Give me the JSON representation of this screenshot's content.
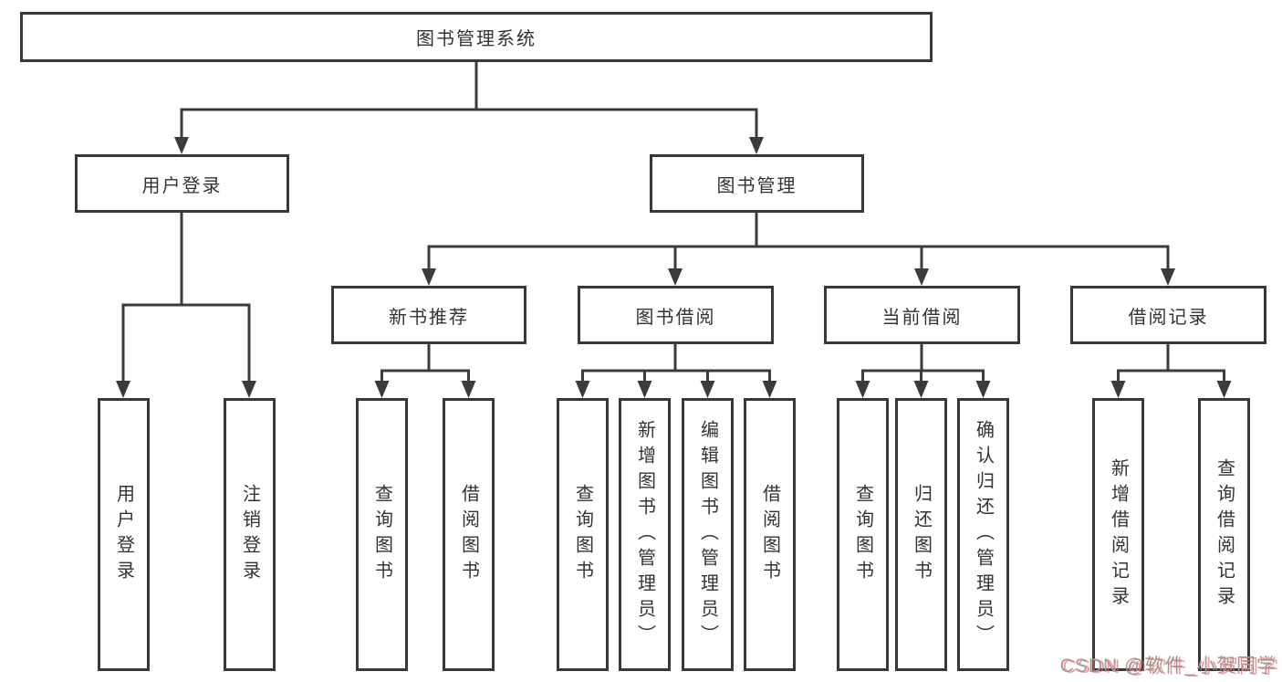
{
  "diagram": {
    "root": {
      "label": "图书管理系统"
    },
    "level2": [
      {
        "label": "用户登录"
      },
      {
        "label": "图书管理"
      }
    ],
    "level3": [
      {
        "label": "新书推荐"
      },
      {
        "label": "图书借阅"
      },
      {
        "label": "当前借阅"
      },
      {
        "label": "借阅记录"
      }
    ],
    "leaves": {
      "login": [
        {
          "label": "用户登录"
        },
        {
          "label": "注销登录"
        }
      ],
      "newbook": [
        {
          "label": "查询图书"
        },
        {
          "label": "借阅图书"
        }
      ],
      "borrow": [
        {
          "label": "查询图书"
        },
        {
          "label": "新增图书（管理员）"
        },
        {
          "label": "编辑图书（管理员）"
        },
        {
          "label": "借阅图书"
        }
      ],
      "current": [
        {
          "label": "查询图书"
        },
        {
          "label": "归还图书"
        },
        {
          "label": "确认归还（管理员）"
        }
      ],
      "records": [
        {
          "label": "新增借阅记录"
        },
        {
          "label": "查询借阅记录"
        }
      ]
    }
  },
  "watermark": {
    "text": "CSDN @软件_小贺同学"
  },
  "colors": {
    "line": "#3b3b3b",
    "box_border": "#383838",
    "text": "#333333",
    "background": "#ffffff",
    "watermark_gray": "#9b9b9b",
    "watermark_red": "#fc5b5b"
  }
}
